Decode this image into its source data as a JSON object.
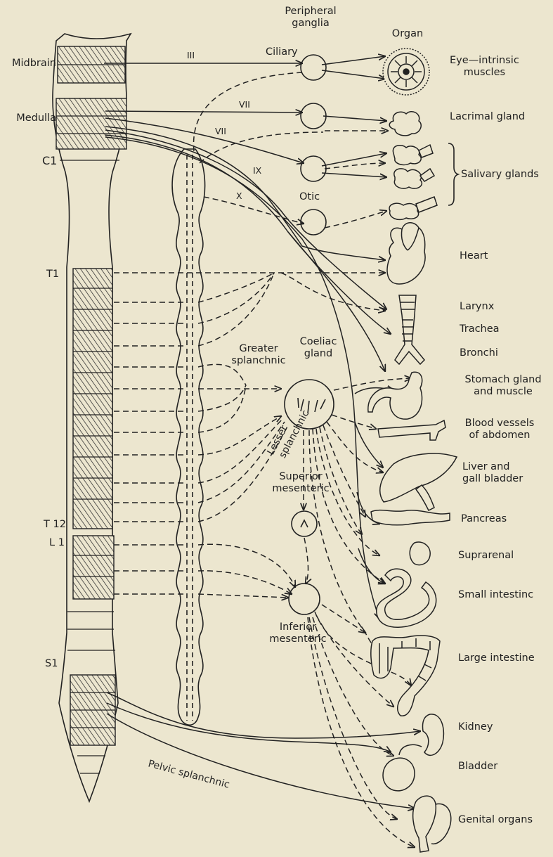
{
  "headers": {
    "peripheral_ganglia": "Peripheral\nganglia",
    "organ": "Organ"
  },
  "cord_levels": {
    "midbrain": "Midbrain",
    "medulla": "Medulla",
    "c1": "C1",
    "t1": "T1",
    "t12": "T 12",
    "l1": "L 1",
    "s1": "S1"
  },
  "nerves": {
    "iii": "III",
    "vii_a": "VII",
    "vii_b": "VII",
    "ix": "IX",
    "x": "X",
    "greater_splanchnic": "Greater\nsplanchnic",
    "lesser_splanchnic": "Lesser\nsplanchnic",
    "pelvic_splanchnic": "Pelvic splanchnic"
  },
  "ganglia": {
    "ciliary": "Ciliary",
    "otic": "Otic",
    "coeliac": "Coeliac\ngland",
    "superior_mesenteric": "Superior\nmesenteric",
    "inferior_mesenteric": "Inferior\nmesenteric"
  },
  "organs": {
    "eye": "Eye—intrinsic\nmuscles",
    "lacrimal": "Lacrimal gland",
    "salivary": "Salivary glands",
    "heart": "Heart",
    "larynx": "Larynx",
    "trachea": "Trachea",
    "bronchi": "Bronchi",
    "stomach": "Stomach gland\nand muscle",
    "blood_vessels": "Blood vessels\nof abdomen",
    "liver": "Liver and\ngall bladder",
    "pancreas": "Pancreas",
    "suprarenal": "Suprarenal",
    "small_intestine": "Small intestinc",
    "large_intestine": "Large intestine",
    "kidney": "Kidney",
    "bladder": "Bladder",
    "genital": "Genital organs"
  }
}
